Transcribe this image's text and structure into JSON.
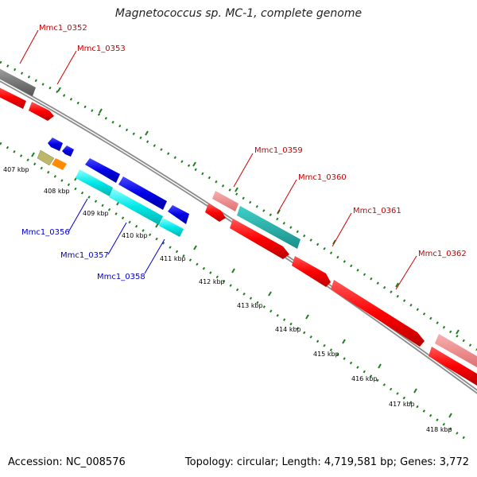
{
  "title": "Magnetococcus sp. MC-1, complete genome",
  "footer": {
    "accession": "Accession: NC_008576",
    "topology": "Topology: circular; Length: 4,719,581 bp; Genes: 3,772"
  },
  "colors": {
    "backbone": "#8c8c8c",
    "tick_green": "#1e7d1e",
    "forward_gene": "#ff0000",
    "forward_light": "#f08080",
    "reverse_gene": "#0000e6",
    "cyan_gene": "#00e0e0",
    "teal_gene": "#20b2aa",
    "gray_gene": "#707070",
    "khaki_gene": "#bdb76b",
    "orange_gene": "#ff8c00",
    "label_red": "#cc0000",
    "label_blue": "#0000cc"
  },
  "kbp_ticks": [
    "407 kbp",
    "408 kbp",
    "409 kbp",
    "410 kbp",
    "411 kbp",
    "412 kbp",
    "413 kbp",
    "414 kbp",
    "415 kbp",
    "416 kbp",
    "417 kbp",
    "418 kbp"
  ],
  "gene_labels": {
    "Mmc1_0352": "Mmc1_0352",
    "Mmc1_0353": "Mmc1_0353",
    "Mmc1_0356": "Mmc1_0356",
    "Mmc1_0357": "Mmc1_0357",
    "Mmc1_0358": "Mmc1_0358",
    "Mmc1_0359": "Mmc1_0359",
    "Mmc1_0360": "Mmc1_0360",
    "Mmc1_0361": "Mmc1_0361",
    "Mmc1_0362": "Mmc1_0362"
  }
}
